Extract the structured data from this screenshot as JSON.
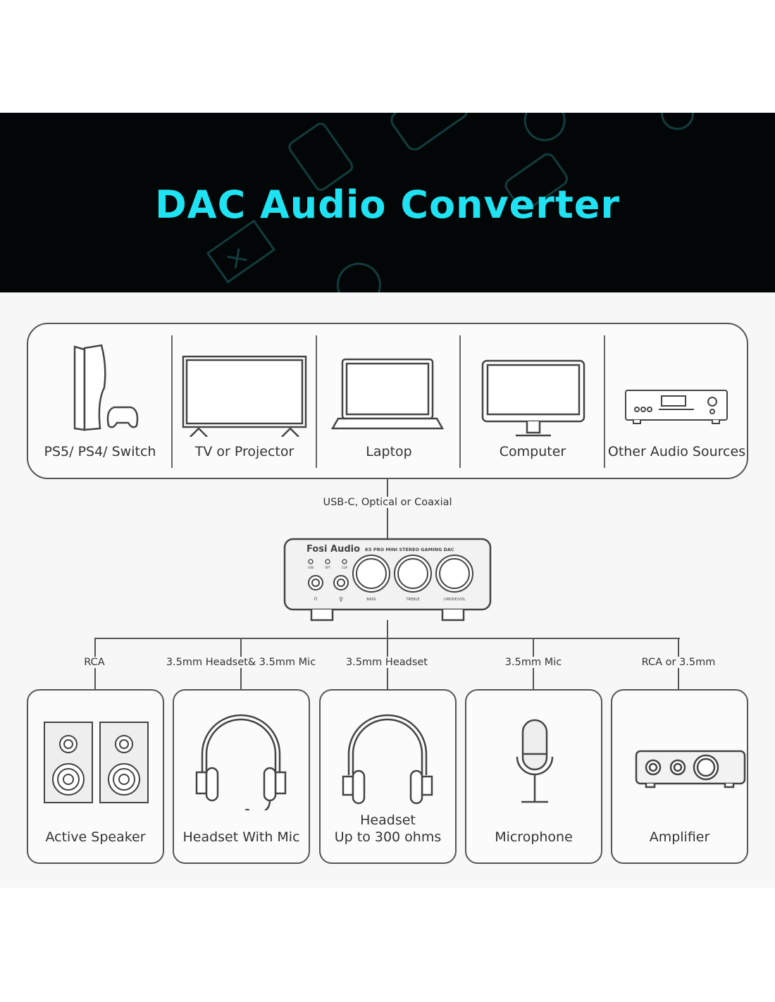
{
  "header": {
    "title": "DAC Audio Converter"
  },
  "sources": [
    {
      "label": "PS5/ PS4/ Switch",
      "icon": "game-console-icon"
    },
    {
      "label": "TV or Projector",
      "icon": "tv-icon"
    },
    {
      "label": "Laptop",
      "icon": "laptop-icon"
    },
    {
      "label": "Computer",
      "icon": "monitor-icon"
    },
    {
      "label": "Other Audio Sources",
      "icon": "audio-source-icon"
    }
  ],
  "input_connection": "USB-C, Optical or Coaxial",
  "device": {
    "brand": "Fosi Audio",
    "model": "K5 PRO MINI STEREO GAMING DAC",
    "leds": [
      "USB",
      "OPT",
      "COA"
    ],
    "knobs": [
      "BASS",
      "TREBLE",
      "⏻MODE/VOL"
    ]
  },
  "outputs": [
    {
      "connection": "RCA",
      "label": "Active Speaker"
    },
    {
      "connection": "3.5mm Headset& 3.5mm Mic",
      "label": "Headset With Mic"
    },
    {
      "connection": "3.5mm Headset",
      "label": "Headset",
      "sublabel": "Up to 300 ohms"
    },
    {
      "connection": "3.5mm Mic",
      "label": "Microphone"
    },
    {
      "connection": "RCA or 3.5mm",
      "label": "Amplifier"
    }
  ],
  "colors": {
    "accent": "#1fe3f3",
    "banner": "#030606",
    "pattern": "#0f3a3c"
  }
}
